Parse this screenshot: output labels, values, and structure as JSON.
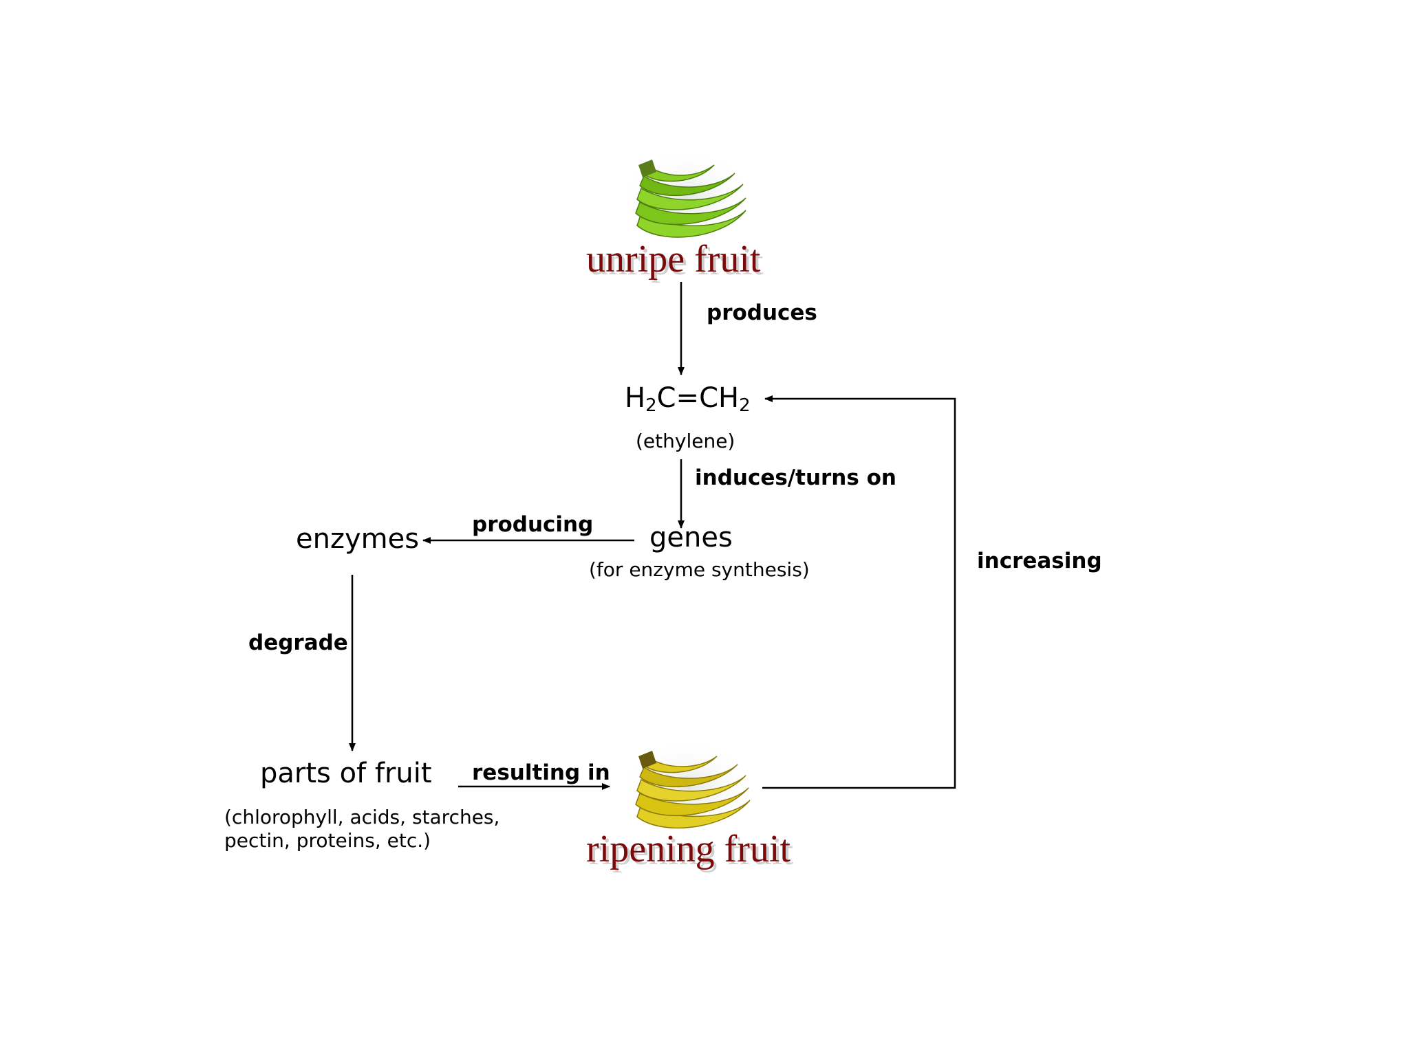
{
  "colors": {
    "fruit_title": "#7a0a0a",
    "unripe_banana": "#7cc51b",
    "ripe_banana": "#d9c414",
    "arrow": "#000000"
  },
  "nodes": {
    "unripe_fruit": "unripe fruit",
    "ethylene_formula": {
      "h": "H",
      "h_sub": "2",
      "mid": "C=CH",
      "end_sub": "2"
    },
    "ethylene_name": "(ethylene)",
    "genes": "genes",
    "genes_note": "(for enzyme synthesis)",
    "enzymes": "enzymes",
    "parts_of_fruit": "parts of fruit",
    "parts_note_line1": "(chlorophyll, acids, starches,",
    "parts_note_line2": "pectin, proteins, etc.)",
    "ripening_fruit": "ripening fruit"
  },
  "edges": {
    "produces": "produces",
    "induces": "induces/turns on",
    "producing": "producing",
    "degrade": "degrade",
    "resulting_in": "resulting in",
    "increasing": "increasing"
  },
  "images": {
    "unripe_icon": "green-banana-bunch-icon",
    "ripe_icon": "yellow-banana-bunch-icon"
  }
}
